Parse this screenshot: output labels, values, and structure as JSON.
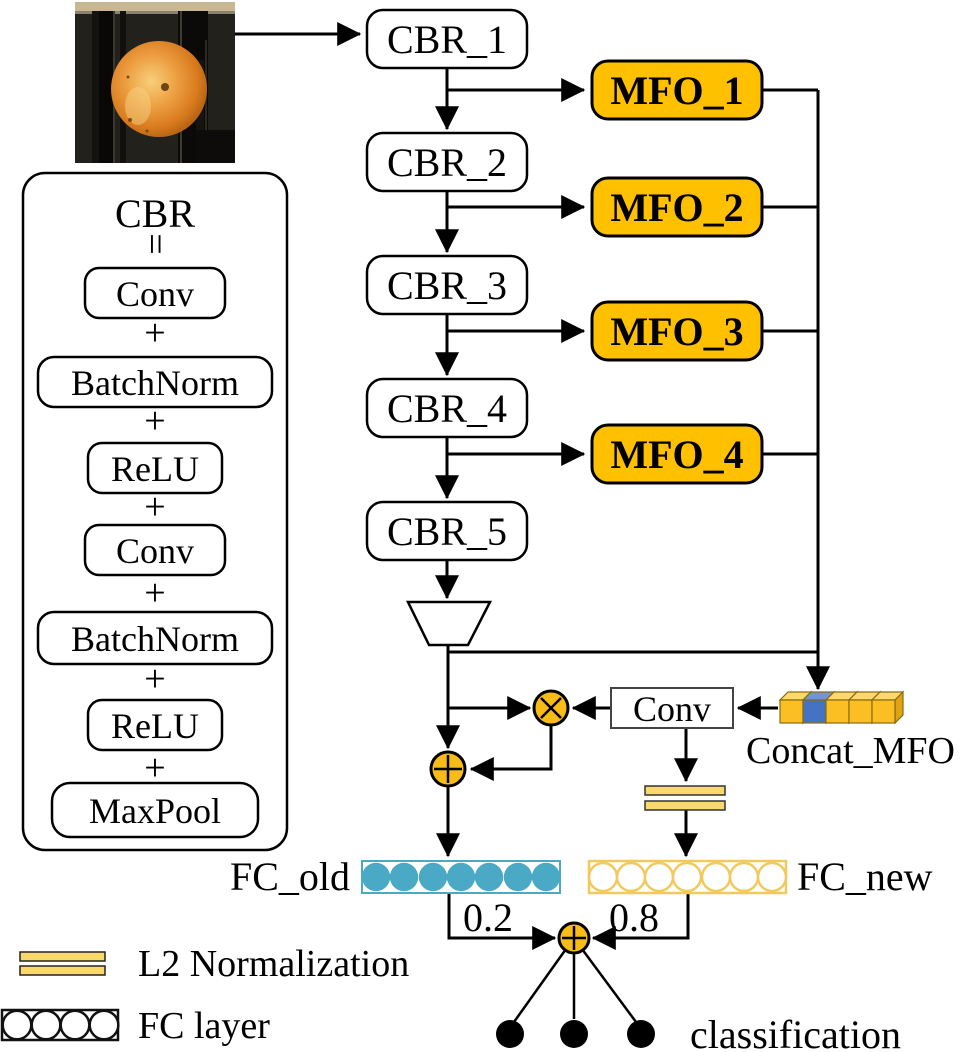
{
  "nodes": {
    "cbr": [
      "CBR_1",
      "CBR_2",
      "CBR_3",
      "CBR_4",
      "CBR_5"
    ],
    "mfo": [
      "MFO_1",
      "MFO_2",
      "MFO_3",
      "MFO_4"
    ],
    "conv": "Conv",
    "concat": "Concat_MFO",
    "fc_old": "FC_old",
    "fc_new": "FC_new",
    "weight_old": "0.2",
    "weight_new": "0.8",
    "classification": "classification"
  },
  "cbr_legend": {
    "title": "CBR",
    "equals": "=",
    "plus": "+",
    "layers": [
      "Conv",
      "BatchNorm",
      "ReLU",
      "Conv",
      "BatchNorm",
      "ReLU",
      "MaxPool"
    ]
  },
  "bottom_legend": {
    "l2": "L2 Normalization",
    "fc": "FC layer"
  },
  "colors": {
    "mfo_fill": "#FFC000",
    "mfo_text": "#FF0000",
    "conv_pill": "#F2DCDB",
    "batchnorm_pill": "#FBDB55",
    "relu_pill": "#DAD4E6",
    "maxpool_teal": "#41A7C7",
    "fc_old_teal": "#4AA9C4",
    "fc_new_gold": "#F2C95C",
    "op_circle_gold": "#F9BC16",
    "l2_bar_gold": "#FAD96B",
    "cube_gold": "#FBBE23",
    "cube_blue": "#4472C4"
  }
}
